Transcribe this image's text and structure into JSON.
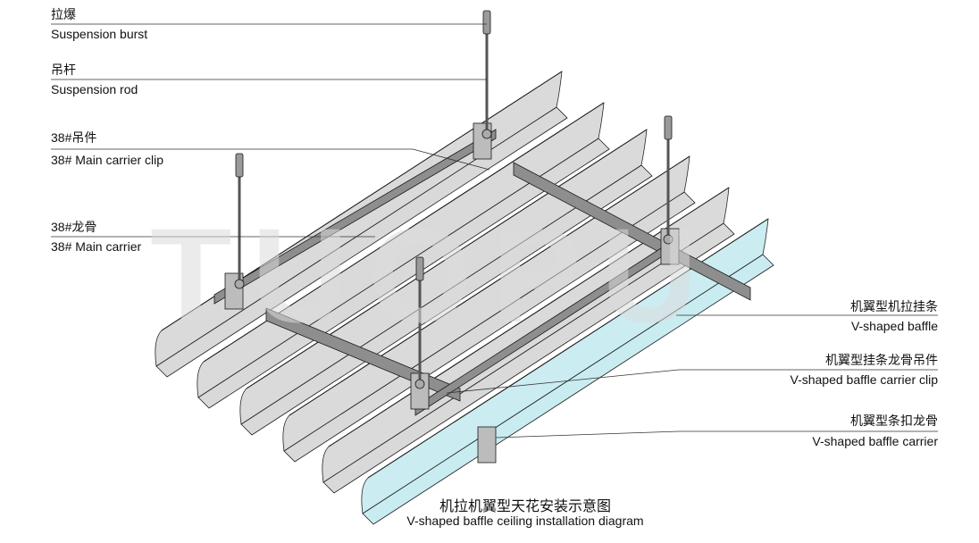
{
  "watermark": "TUOPU",
  "labels": {
    "suspension_burst": {
      "cn": "拉爆",
      "en": "Suspension burst"
    },
    "suspension_rod": {
      "cn": "吊杆",
      "en": "Suspension rod"
    },
    "main_carrier_clip": {
      "cn": "38#吊件",
      "en": "38# Main carrier clip"
    },
    "main_carrier": {
      "cn": "38#龙骨",
      "en": "38# Main carrier"
    },
    "v_baffle": {
      "cn": "机翼型机拉挂条",
      "en": "V-shaped baffle"
    },
    "v_baffle_clip": {
      "cn": "机翼型挂条龙骨吊件",
      "en": "V-shaped baffle carrier clip"
    },
    "v_baffle_carrier": {
      "cn": "机翼型条扣龙骨",
      "en": "V-shaped baffle carrier"
    }
  },
  "caption": {
    "cn": "机拉机翼型天花安装示意图",
    "en": "V-shaped baffle ceiling installation diagram"
  },
  "colors": {
    "baffle_fill": "#d9d9d9",
    "baffle_highlight_fill": "#c9ecf1",
    "carrier_fill": "#8e8e8e",
    "outline": "#1a1a1a",
    "leader": "#333333"
  }
}
